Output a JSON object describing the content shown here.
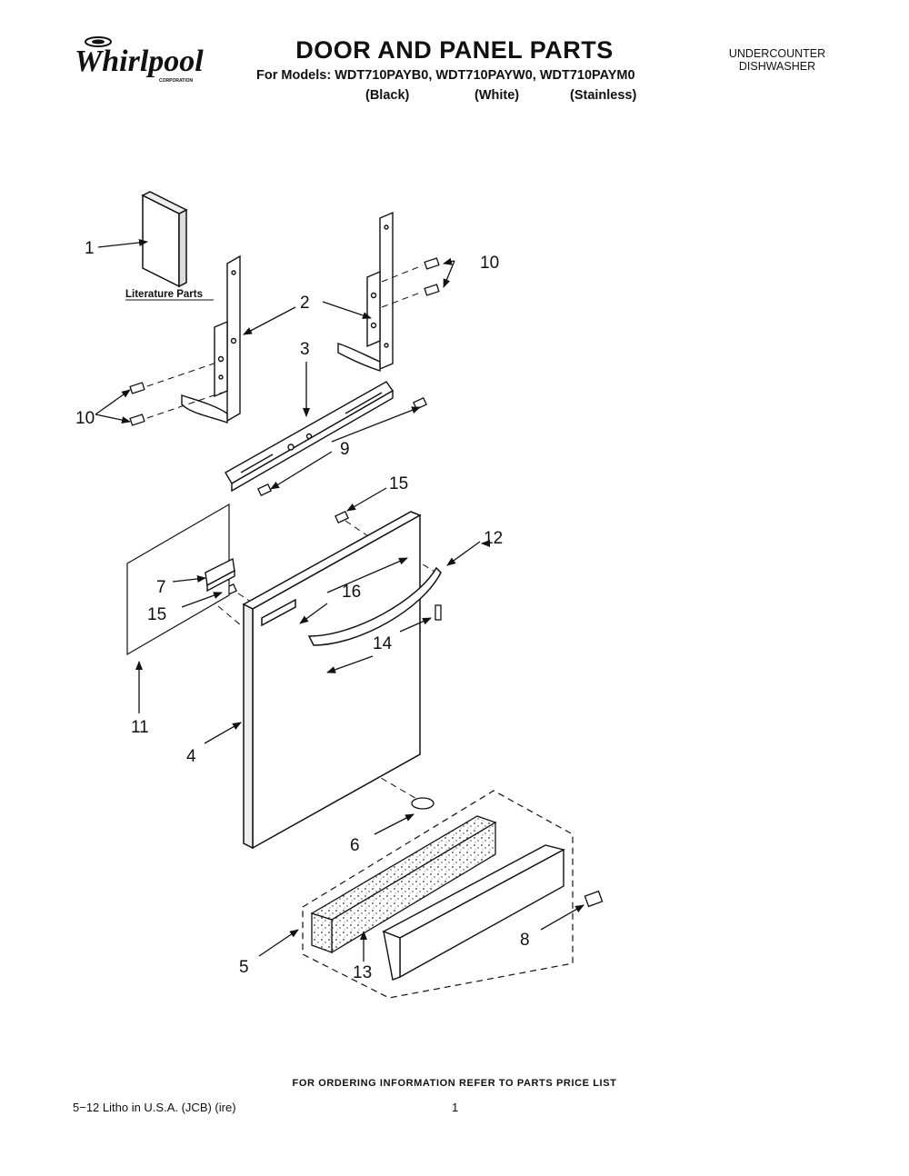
{
  "header": {
    "brand": "Whirlpool",
    "brand_sub": "CORPORATION",
    "title": "DOOR AND PANEL PARTS",
    "models_line": "For Models: WDT710PAYB0, WDT710PAYW0, WDT710PAYM0",
    "variants": [
      "(Black)",
      "(White)",
      "(Stainless)"
    ],
    "category_line1": "UNDERCOUNTER",
    "category_line2": "DISHWASHER"
  },
  "diagram": {
    "literature_label": "Literature Parts",
    "callouts": [
      "1",
      "2",
      "3",
      "4",
      "5",
      "6",
      "7",
      "8",
      "9",
      "10",
      "10",
      "11",
      "12",
      "13",
      "14",
      "15",
      "15",
      "16"
    ]
  },
  "footer": {
    "ordering_note": "FOR ORDERING INFORMATION REFER TO PARTS PRICE LIST",
    "litho": "5−12 Litho in U.S.A. (JCB) (ire)",
    "page_number": "1"
  }
}
